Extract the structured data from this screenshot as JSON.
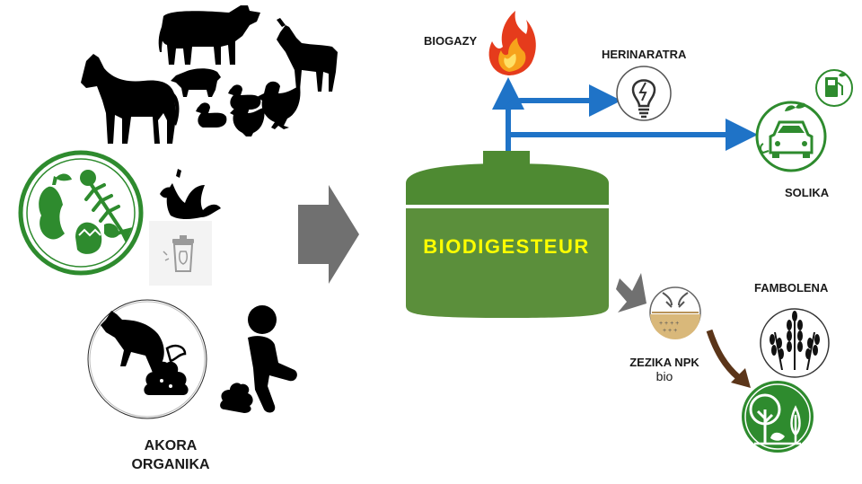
{
  "labels": {
    "biogazy": "BIOGAZY",
    "herinaratra": "HERINARATRA",
    "solika": "SOLIKA",
    "fambolena": "FAMBOLENA",
    "zezika": "ZEZIKA NPK",
    "bio": "bio",
    "akora_line1": "AKORA",
    "akora_line2": "ORGANIKA",
    "biodigesteur": "BIODIGESTEUR"
  },
  "icons": {
    "livestock": [
      "cow-icon",
      "horse-icon",
      "pig-icon",
      "goat-icon",
      "duck-icon",
      "chicken-icon"
    ],
    "organic_waste": [
      "apple-core-icon",
      "fish-bone-icon",
      "eggshell-icon",
      "banana-peel-icon",
      "trash-bin-icon"
    ],
    "excrement": [
      "dog-pooping-icon",
      "person-on-toilet-icon",
      "poop-icon"
    ],
    "outputs": [
      "flame-icon",
      "light-bulb-icon",
      "electric-car-icon",
      "fuel-pump-icon",
      "soil-icon",
      "wheat-icon",
      "tree-icon"
    ]
  },
  "colors": {
    "tank_green": "#5a8f3a",
    "tank_dark_green": "#3f7a2c",
    "title_yellow": "#ffff00",
    "flow_blue": "#1f73c7",
    "arrow_grey": "#707070",
    "arrow_brown": "#5b3519",
    "eco_green": "#2e8b2e"
  }
}
